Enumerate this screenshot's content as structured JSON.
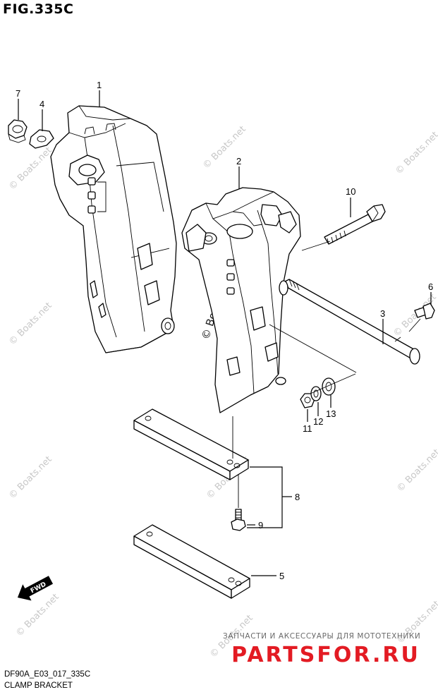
{
  "figure": {
    "title": "FIG.335C",
    "model_code": "DF90A_E03_017_335C",
    "section_name": "CLAMP BRACKET"
  },
  "callouts": [
    "1",
    "2",
    "3",
    "4",
    "5",
    "6",
    "7",
    "8",
    "9",
    "10",
    "11",
    "12",
    "13"
  ],
  "direction_arrow": {
    "label": "FWD",
    "icon": "fwd-arrow-icon"
  },
  "watermarks": {
    "text": "© Boats.net",
    "color": "#c8c8c8"
  },
  "footer_ad": {
    "tagline": "ЗАПЧАСТИ И АКСЕССУАРЫ ДЛЯ МОТОТЕХНИКИ",
    "brand": "PARTSFOR.RU",
    "brand_color": "#e31b23"
  }
}
